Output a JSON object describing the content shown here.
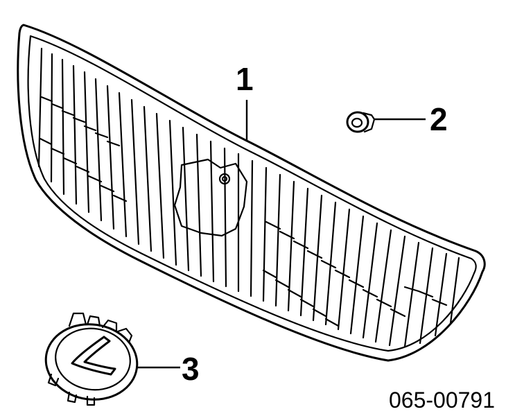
{
  "callouts": [
    {
      "id": "1",
      "label": "1",
      "part": "grille"
    },
    {
      "id": "2",
      "label": "2",
      "part": "clip"
    },
    {
      "id": "3",
      "label": "3",
      "part": "emblem"
    }
  ],
  "diagram_code": "065-00791",
  "colors": {
    "line": "#000000",
    "background": "#ffffff"
  }
}
